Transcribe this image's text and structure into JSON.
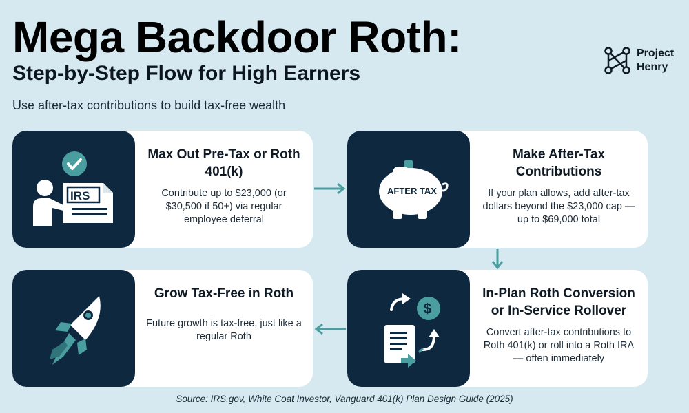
{
  "header": {
    "title": "Mega Backdoor Roth:",
    "subtitle": "Step-by-Step Flow for High Earners",
    "tagline": "Use after-tax contributions to build tax-free wealth"
  },
  "brand": {
    "line1": "Project",
    "line2": "Henry",
    "icon": "network-logo-icon"
  },
  "steps": [
    {
      "title": "Max Out Pre-Tax or Roth 401(k)",
      "body": "Contribute up to $23,000 (or $30,500 if 50+) via regular employee deferral",
      "icon": "irs-person-icon",
      "icon_text": "IRS"
    },
    {
      "title": "Make After-Tax Contributions",
      "body": "If your plan allows, add after-tax dollars beyond the $23,000 cap — up to $69,000 total",
      "icon": "piggy-bank-icon",
      "icon_text": "AFTER TAX"
    },
    {
      "title": "In-Plan Roth Conversion or In-Service Rollover",
      "body": "Convert after-tax contributions to Roth 401(k) or roll into a Roth IRA — often immediately",
      "icon": "document-conversion-icon",
      "icon_text": "$"
    },
    {
      "title": "Grow Tax-Free in Roth",
      "body": "Future growth is tax-free, just like a regular Roth",
      "icon": "rocket-icon"
    }
  ],
  "source": "Source: IRS.gov, White Coat Investor, Vanguard 401(k) Plan Design Guide (2025)",
  "colors": {
    "background": "#d6e9f0",
    "card": "#ffffff",
    "icon_bg": "#0e2840",
    "accent": "#4a9ea0"
  }
}
